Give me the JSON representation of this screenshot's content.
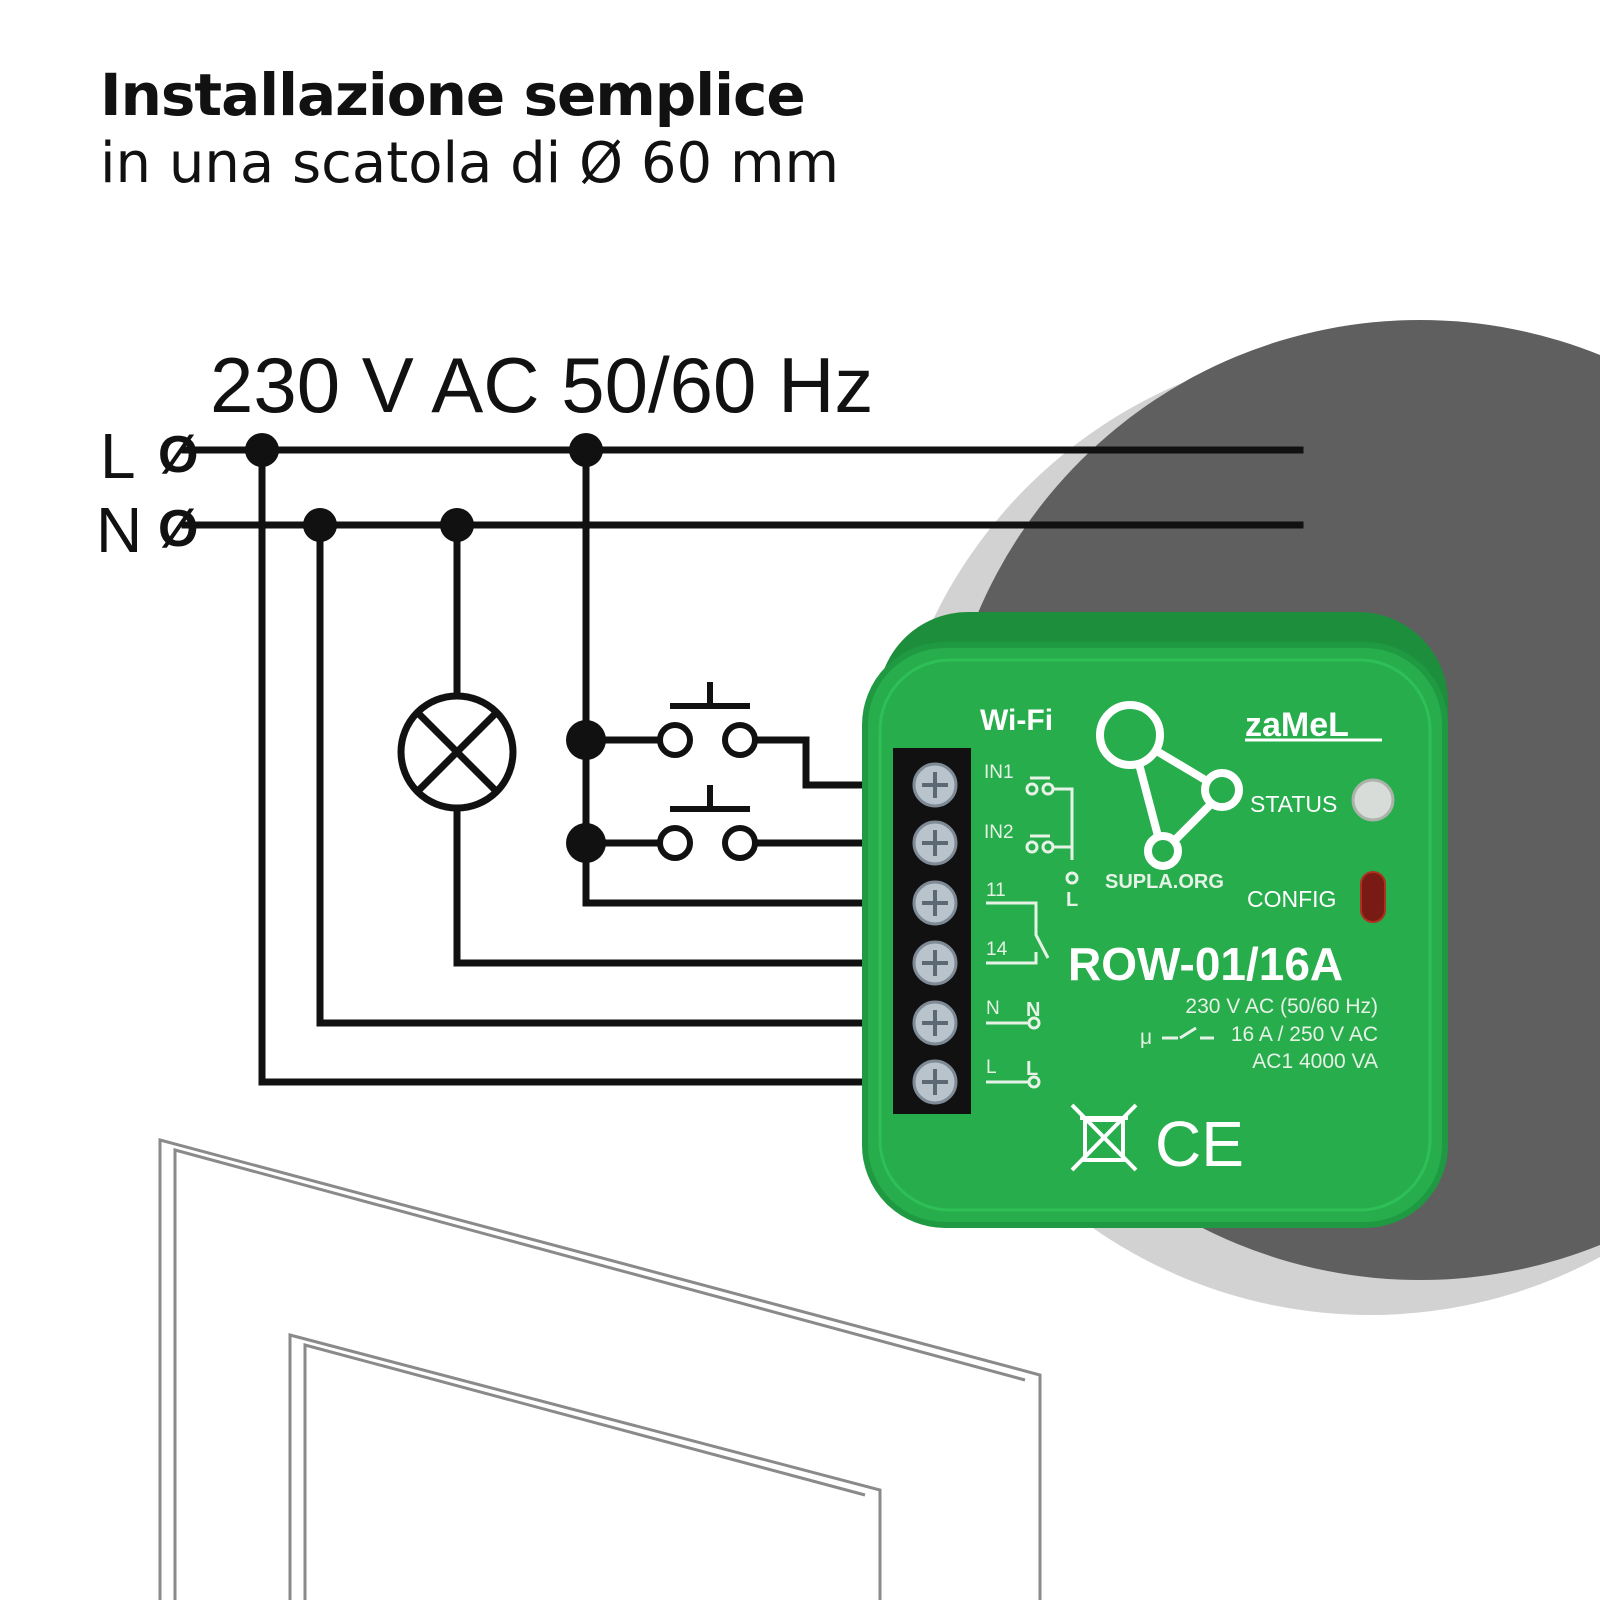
{
  "heading": {
    "title": "Installazione semplice",
    "subtitle": "in una scatola di Ø 60 mm"
  },
  "diagram": {
    "supply_label": "230 V AC  50/60 Hz",
    "line_label": "L",
    "neutral_label": "N",
    "terminal_symbol": "Ø"
  },
  "device": {
    "wifi_label": "Wi-Fi",
    "brand": "zaMeL",
    "site": "SUPLA.ORG",
    "status_label": "STATUS",
    "config_label": "CONFIG",
    "model": "ROW-01/16A",
    "spec_voltage": "230 V AC (50/60 Hz)",
    "spec_current": "16 A / 250 V AC",
    "spec_contact_symbol": "μ",
    "spec_power": "AC1 4000 VA",
    "ce_mark": "CE",
    "terminals": [
      "IN1",
      "IN2",
      "11",
      "14",
      "N",
      "L"
    ],
    "inner_markers": [
      "L",
      "N",
      "L"
    ]
  },
  "colors": {
    "device_green": "#27ad4c",
    "device_green_dark": "#1d8f3c",
    "background_disc": "#5f5f5f",
    "background_ring": "#d2d2d2",
    "wire": "#111111"
  }
}
